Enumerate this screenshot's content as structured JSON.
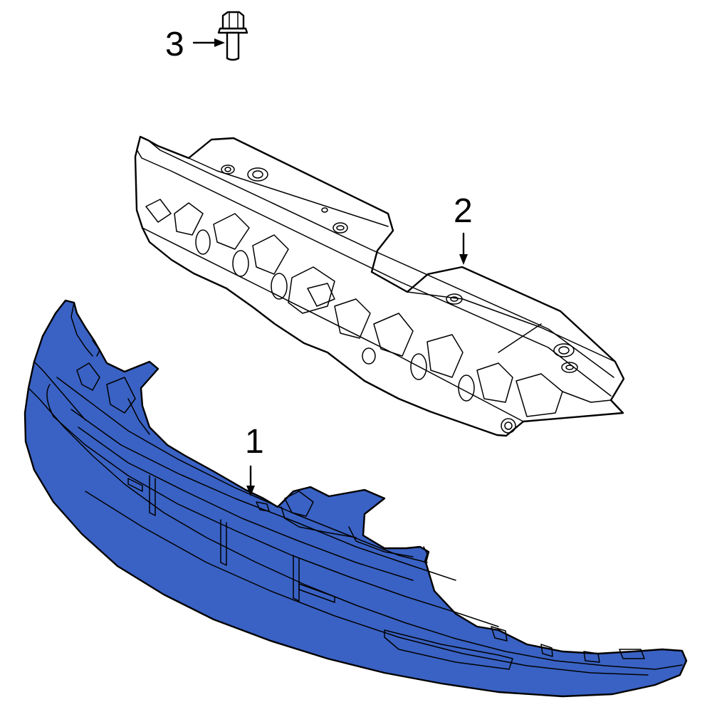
{
  "diagram": {
    "callouts": [
      {
        "id": "1",
        "label": "1",
        "part": "grille"
      },
      {
        "id": "2",
        "label": "2",
        "part": "cover-panel"
      },
      {
        "id": "3",
        "label": "3",
        "part": "bolt"
      }
    ],
    "colors": {
      "highlight_fill": "#3a62c4",
      "line": "#000000",
      "background": "#ffffff",
      "panel_fill": "#ffffff"
    }
  }
}
